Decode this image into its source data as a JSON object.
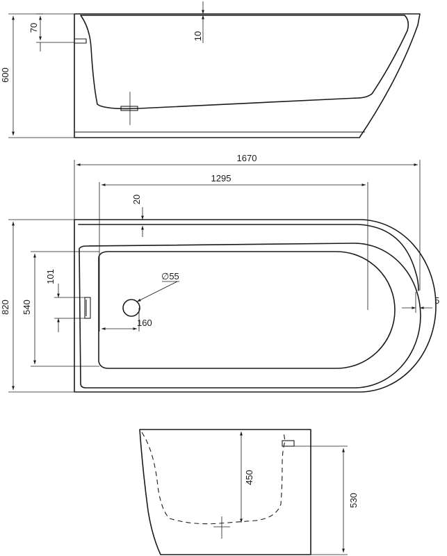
{
  "dimensions": {
    "side_lip_height": "70",
    "side_rim_thickness": "10",
    "side_total_height": "600",
    "overall_length": "1670",
    "inner_length": "1295",
    "rim_offset_top": "20",
    "overall_width": "820",
    "inner_width": "540",
    "overflow_offset": "101",
    "drain_diameter": "∅55",
    "drain_offset": "160",
    "edge_offset": "5",
    "floor_depth": "450",
    "front_height": "530"
  }
}
